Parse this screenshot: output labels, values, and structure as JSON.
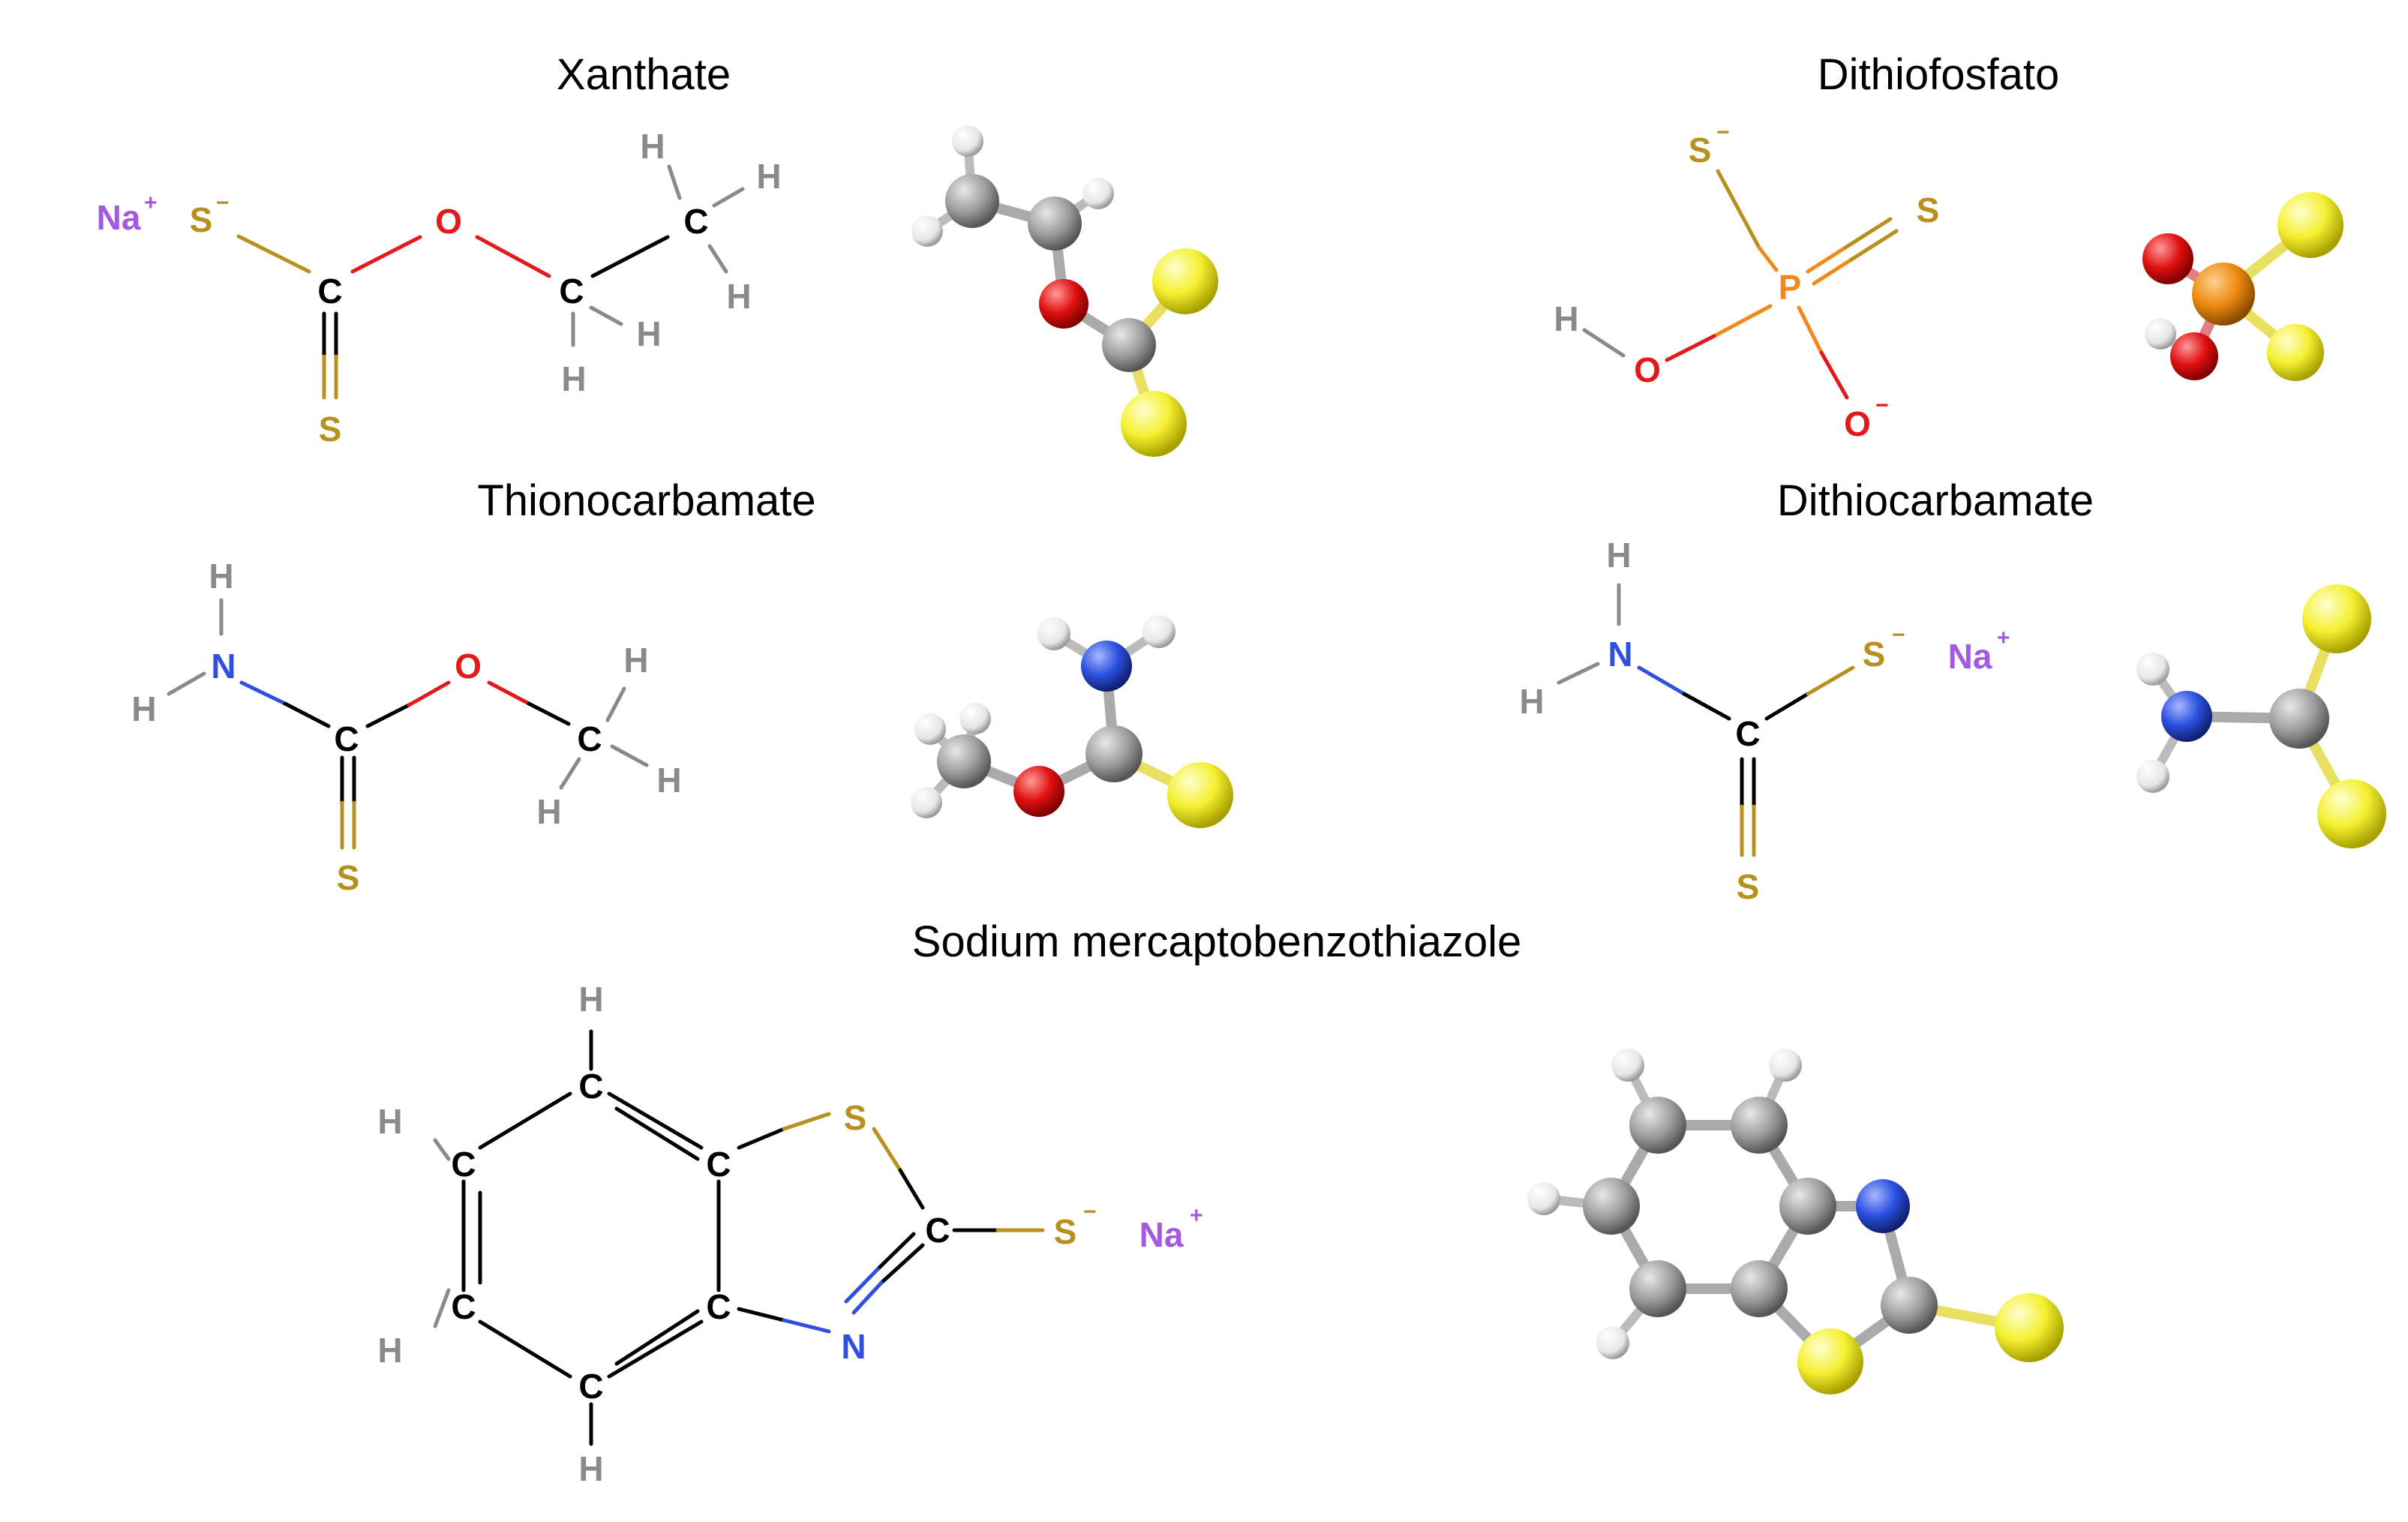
{
  "titles": {
    "xanthate": "Xanthate",
    "dithiofosfato": "Dithiofosfato",
    "thionocarbamate": "Thionocarbamate",
    "dithiocarbamate": "Dithiocarbamate",
    "mbt": "Sodium mercaptobenzothiazole"
  },
  "labels": {
    "C": "C",
    "H": "H",
    "O": "O",
    "S": "S",
    "N": "N",
    "P": "P",
    "Na": "Na",
    "plus": "+",
    "minus": "−"
  },
  "colors": {
    "carbon": "#000000",
    "hydrogen": "#8a8a8a",
    "oxygen": "#e41a1a",
    "sulfur": "#b8901e",
    "nitrogen": "#2f4fe0",
    "phosphorus": "#f08a1a",
    "sodium": "#a45ae0",
    "ball_carbon": "#9a9a9a",
    "ball_hydrogen": "#f2f2f2",
    "ball_oxygen": "#e01010",
    "ball_sulfur": "#f4f030",
    "ball_nitrogen": "#2a50e0",
    "ball_phosphorus": "#ee8a10"
  }
}
